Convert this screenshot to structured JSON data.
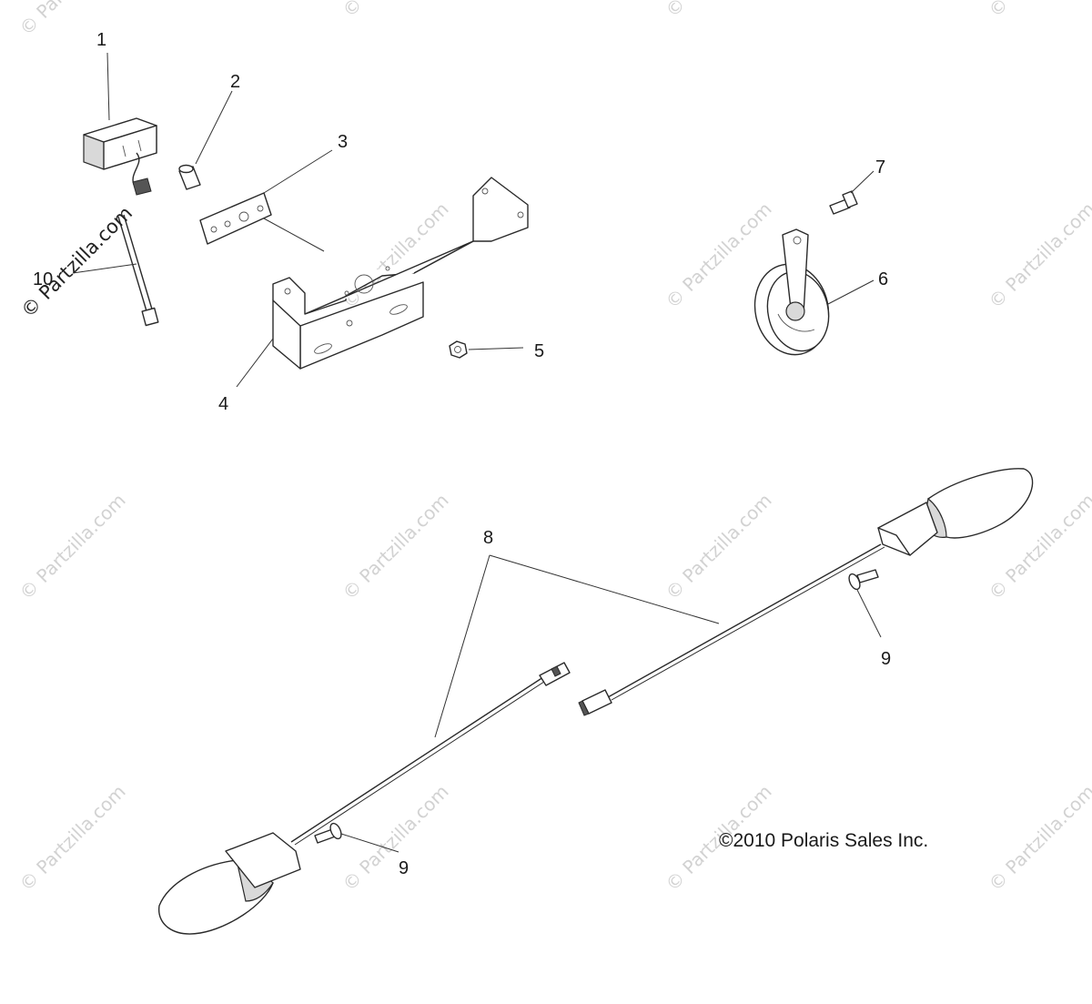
{
  "callouts": [
    "1",
    "2",
    "3",
    "4",
    "5",
    "6",
    "7",
    "8",
    "9",
    "9",
    "10"
  ],
  "copyright": "©2010 Polaris Sales Inc.",
  "watermark": "© Partzilla.com",
  "watermark_prominent": "© Partzilla.com"
}
